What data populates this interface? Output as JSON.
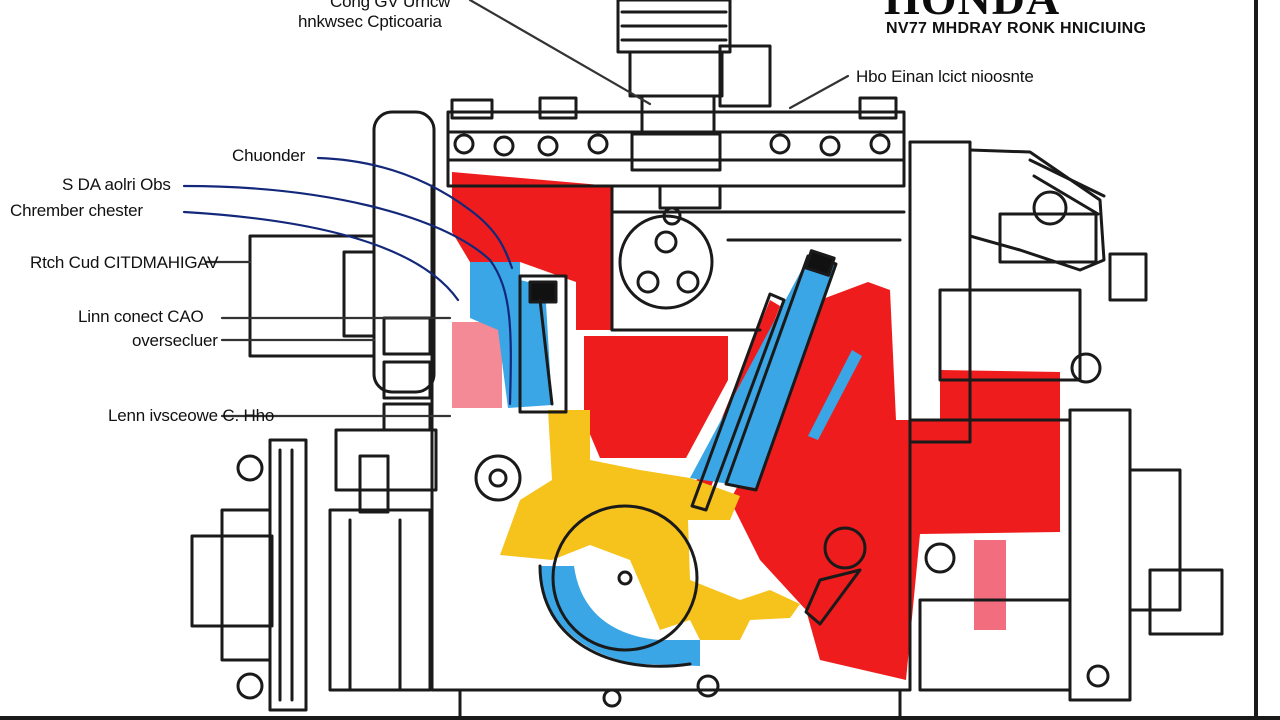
{
  "header": {
    "brand": "HONDA",
    "subtitle": "NV77 MHDRAY RONK HNICIUING"
  },
  "labels": {
    "top_line_1": "Cong GV Urhcw",
    "top_line_2": "hnkwsec Cpticoaria",
    "right_top": "Hbo Einan lcict nioosnte",
    "chamber": "Chuonder",
    "s_line": "S DA aolri Obs",
    "chamber_chester": "Chrember chester",
    "rich_cud": "Rtch Cud CITDMAHIGAV",
    "link_connect": "Linn conect CAO",
    "oversecluer": "oversecluer",
    "leam": "Lenn ivsceowe C. Hho"
  },
  "colors": {
    "red": "#ee1c1c",
    "blue": "#3aa6e6",
    "yellow": "#f6c21c",
    "leader_blue": "#13287a",
    "outline": "#1a1a1a"
  }
}
